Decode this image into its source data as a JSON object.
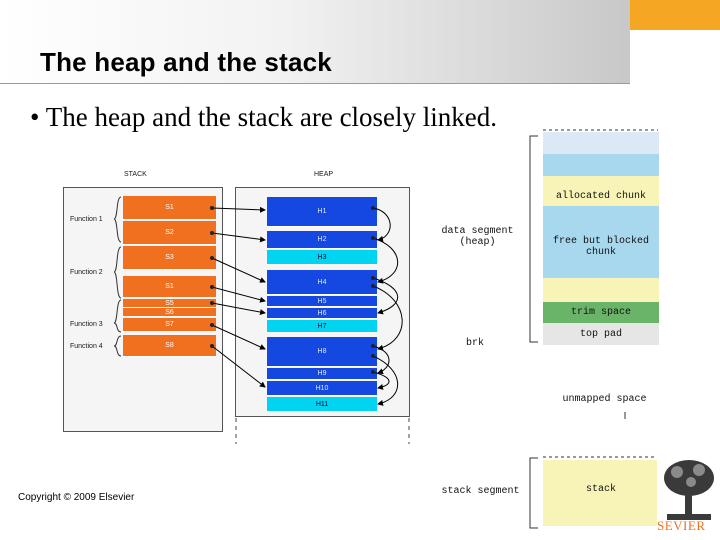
{
  "slide": {
    "title": "The heap and the stack",
    "bullet": "• The heap and the stack are closely linked.",
    "copyright": "Copyright © 2009 Elsevier",
    "logo_text": "SEVIER"
  },
  "left_diagram": {
    "stack_header": "STACK",
    "heap_header": "HEAP",
    "functions": [
      "Function 1",
      "Function 2",
      "Function 3",
      "Function 4"
    ],
    "stack_blocks": [
      "S1",
      "S2",
      "S3",
      "S1",
      "S5",
      "S6",
      "S7",
      "S8"
    ],
    "heap_blocks": [
      "H1",
      "H2",
      "H3",
      "H4",
      "H5",
      "H6",
      "H7",
      "H8",
      "H9",
      "H10",
      "H11"
    ]
  },
  "right_diagram": {
    "data_segment": "data segment\n(heap)",
    "brk": "brk",
    "unmapped": "unmapped space",
    "stack_segment": "stack segment",
    "allocated_chunk": "allocated chunk",
    "free_but_blocked": "free but blocked\nchunk",
    "trim_space": "trim space",
    "top_pad": "top pad",
    "stack": "stack"
  },
  "colors": {
    "stack_orange": "#f07020",
    "heap_dark_blue": "#1448e0",
    "heap_cyan": "#00d4f0",
    "light_blue": "#a8d8ee",
    "light_yellow": "#f8f4b8",
    "trim_green": "#6ab46a",
    "accent_orange": "#f5a623"
  }
}
